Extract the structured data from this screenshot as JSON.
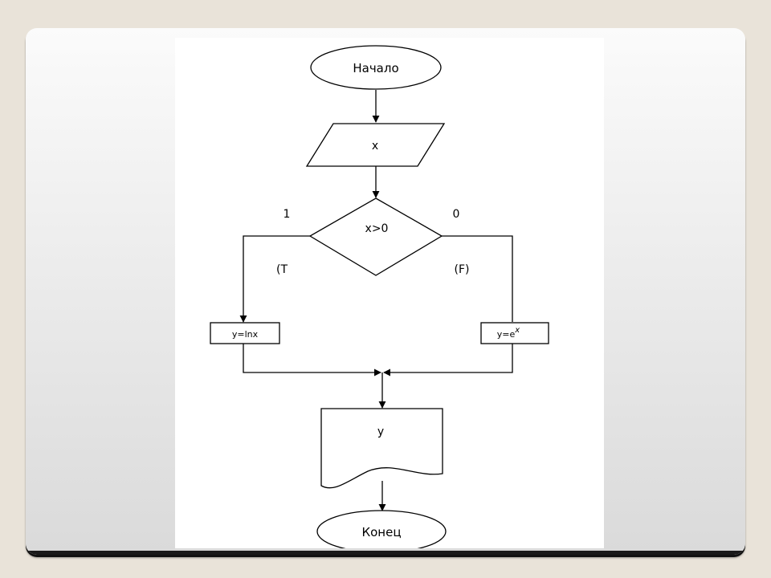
{
  "flowchart": {
    "start_label": "Начало",
    "input_label": "x",
    "decision_label": "x>0",
    "true_branch_number": "1",
    "false_branch_number": "0",
    "true_branch_text": "(T",
    "false_branch_text": "(F)",
    "process_true_label": "y=lnx",
    "process_false_label_base": "y=e",
    "process_false_label_sup": "x",
    "output_label": "y",
    "end_label": "Конец"
  },
  "colors": {
    "stroke": "#000000",
    "shape_fill": "#ffffff",
    "page_background": "#e9e3d9"
  }
}
